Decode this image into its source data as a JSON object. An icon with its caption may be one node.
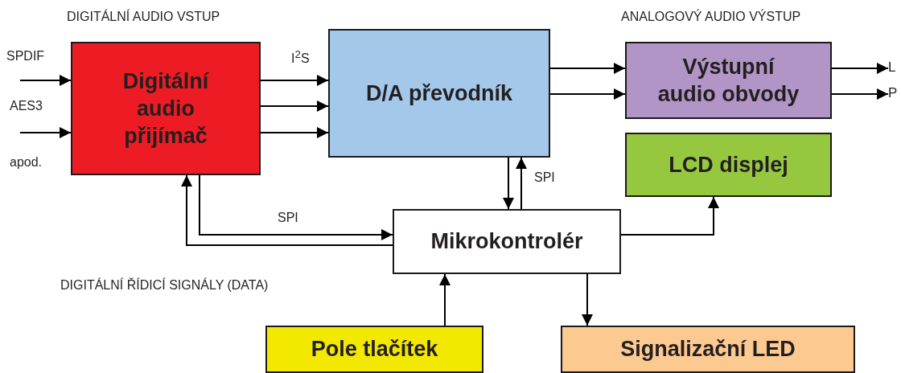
{
  "diagram": {
    "nodes": [
      {
        "text": [
          "Digitální audio přijímač"
        ]
      },
      {
        "text": [
          "D/A převodník"
        ]
      },
      {
        "text": [
          "Výstupní audio obvody"
        ]
      },
      {
        "text": [
          "LCD displej"
        ]
      },
      {
        "text": [
          "Mikrokontrolér"
        ]
      },
      {
        "text": [
          "Pole tlačítek"
        ]
      },
      {
        "text": [
          "Signalizační LED"
        ]
      },
      {
        "text": [
          "L"
        ]
      },
      {
        "text": [
          "P"
        ]
      }
    ],
    "edges": [
      {
        "from": null,
        "to": 0,
        "arrow": "to",
        "label": "SPDIF"
      },
      {
        "from": null,
        "to": 0,
        "arrow": "to",
        "label": "AES3"
      },
      {
        "from": 0,
        "to": 1,
        "arrow": "to",
        "label": "I$^{2}$S"
      },
      {
        "from": 0,
        "to": 1,
        "arrow": "to"
      },
      {
        "from": 0,
        "to": 1,
        "arrow": "to"
      },
      {
        "from": 1,
        "to": 2,
        "arrow": "to"
      },
      {
        "from": 1,
        "to": 2,
        "arrow": "to"
      },
      {
        "from": 2,
        "to": 7,
        "arrow": "to"
      },
      {
        "from": 2,
        "to": 8,
        "arrow": "to"
      },
      {
        "from": 1,
        "to": 4,
        "arrow": "to"
      },
      {
        "from": 4,
        "to": 1,
        "arrow": "to",
        "label": "SPI"
      },
      {
        "from": 0,
        "to": 4,
        "arrow": "to",
        "label": "SPI"
      },
      {
        "from": 4,
        "to": 0,
        "arrow": "to"
      },
      {
        "from": 4,
        "to": 3,
        "arrow": "to"
      },
      {
        "from": 5,
        "to": 4,
        "arrow": "to"
      },
      {
        "from": 4,
        "to": 6,
        "arrow": "to"
      }
    ],
    "labels": [
      "DIGITÁLNÍ AUDIO VSTUP",
      "ANALOGOVÝ AUDIO VÝSTUP",
      "apod.",
      "DIGITÁLNÍ ŘÍDICÍ SIGNÁLY (DATA)"
    ]
  }
}
